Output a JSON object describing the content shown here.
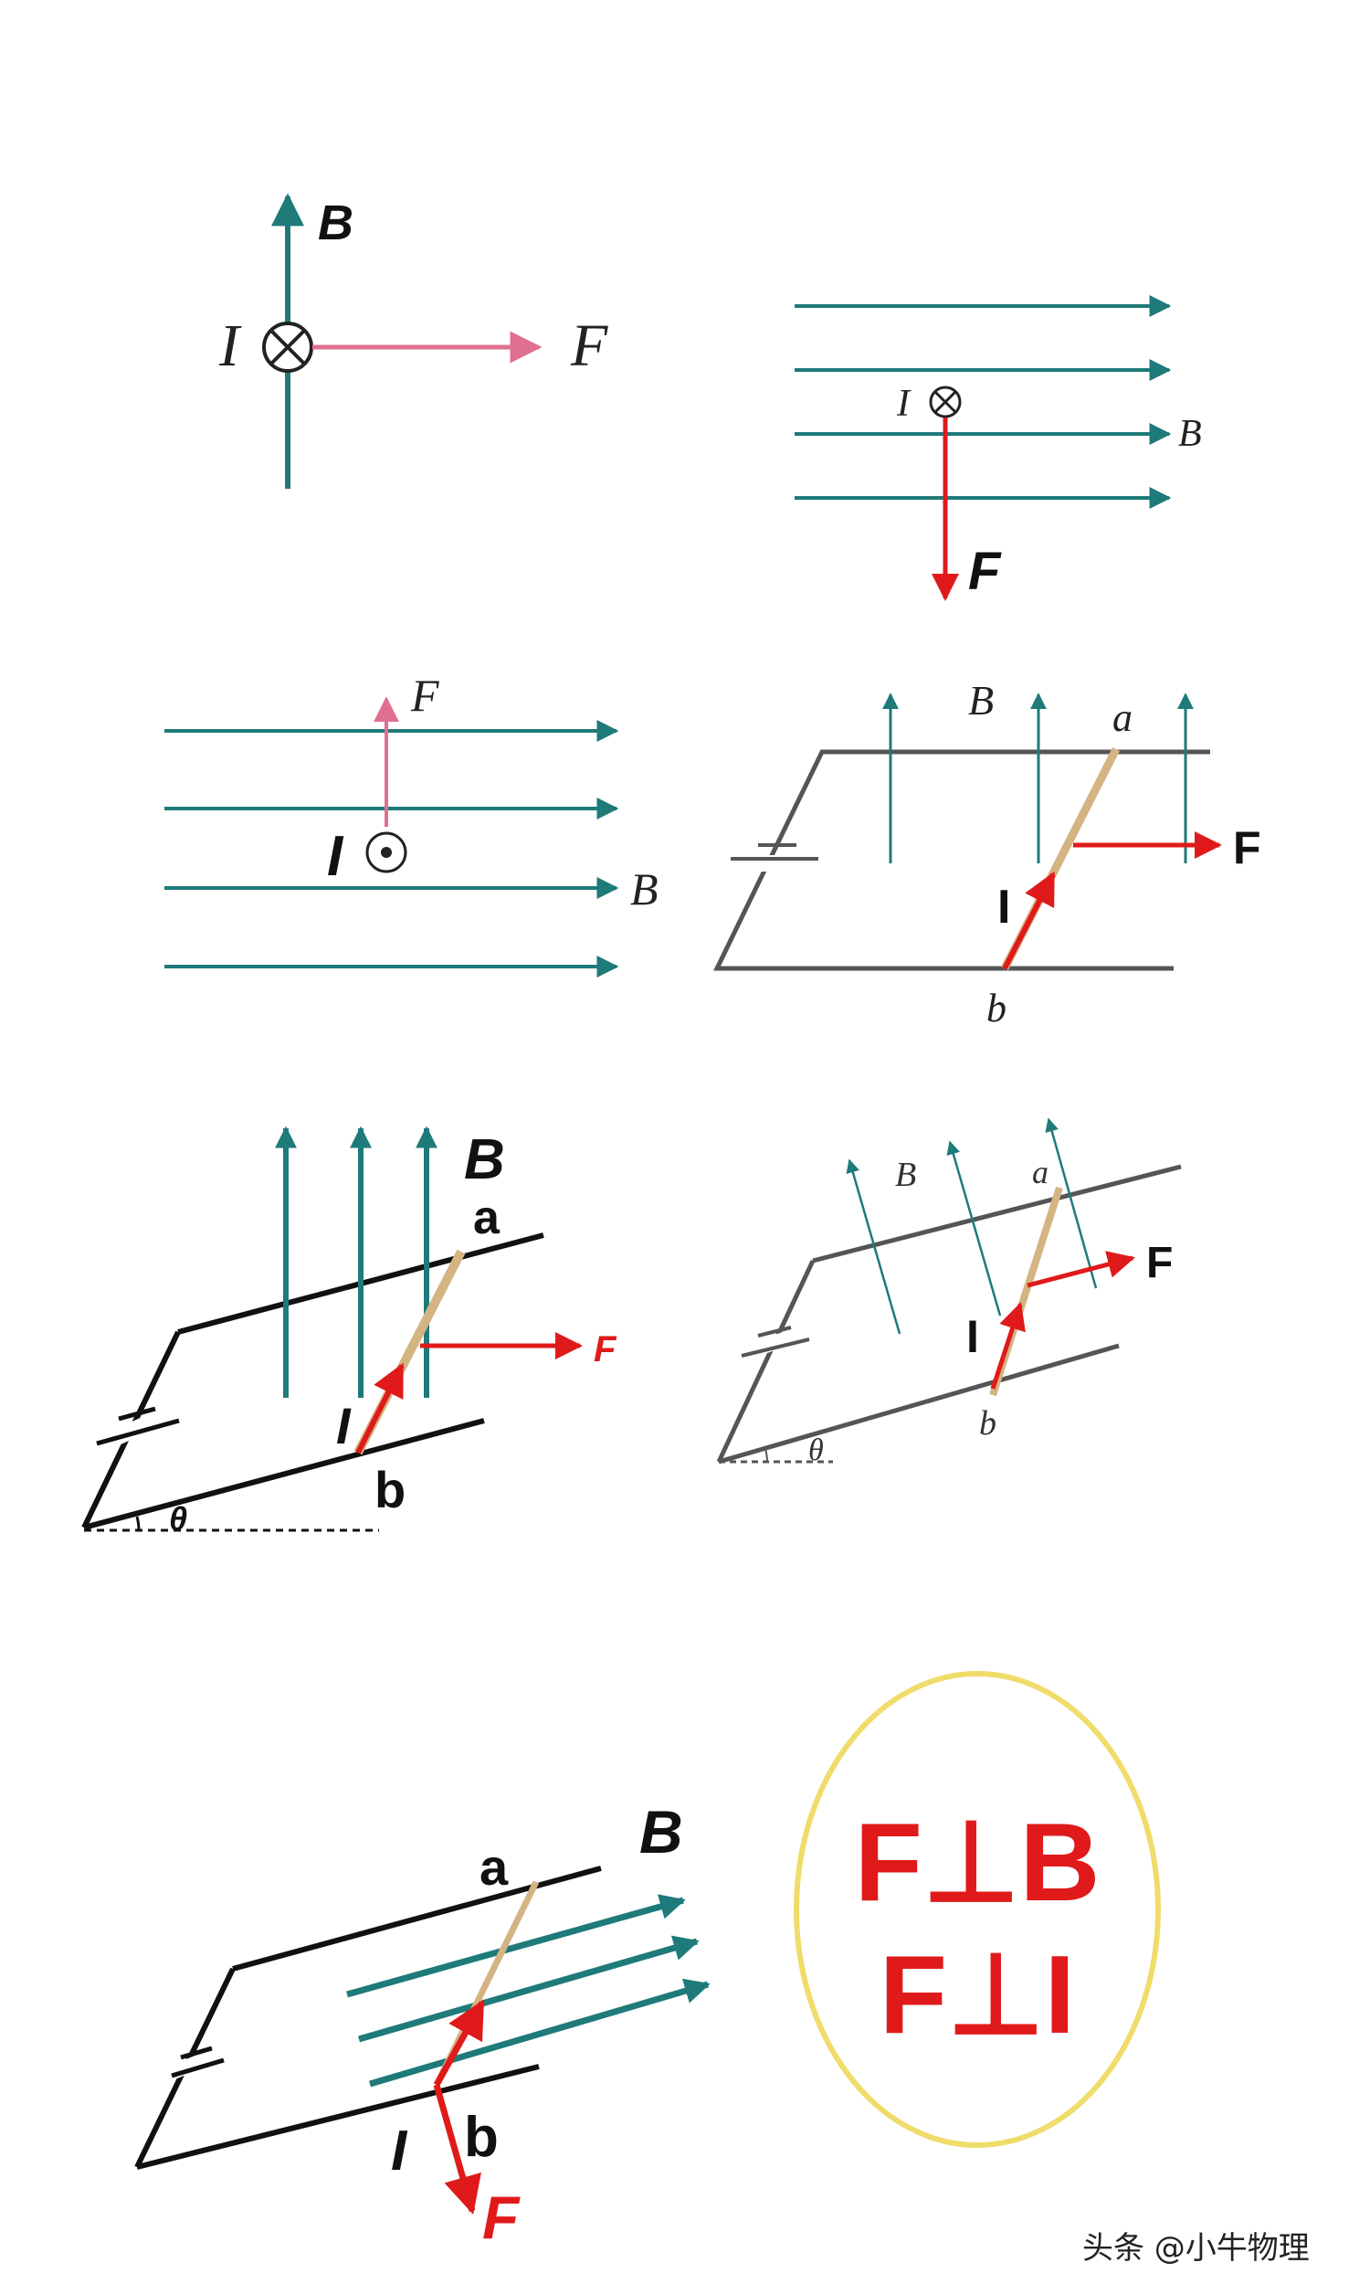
{
  "colors": {
    "field": "#1f7a7a",
    "force_pink": "#e07090",
    "force_red": "#e01a1a",
    "rod": "#d4b483",
    "rail_gray": "#555555",
    "rail_black": "#111111",
    "circle": "#f0dc6a"
  },
  "diagram1": {
    "label_B": "B",
    "label_I": "I",
    "label_F": "F"
  },
  "diagram2": {
    "label_B": "B",
    "label_I": "I",
    "label_F": "F"
  },
  "diagram3": {
    "label_B": "B",
    "label_I": "I",
    "label_F": "F"
  },
  "diagram4": {
    "label_B": "B",
    "label_I": "I",
    "label_F": "F",
    "label_a": "a",
    "label_b": "b"
  },
  "diagram5": {
    "label_B": "B",
    "label_I": "I",
    "label_F": "F",
    "label_a": "a",
    "label_b": "b",
    "label_theta": "θ"
  },
  "diagram6": {
    "label_B": "B",
    "label_I": "I",
    "label_F": "F",
    "label_a": "a",
    "label_b": "b",
    "label_theta": "θ"
  },
  "diagram7": {
    "label_B": "B",
    "label_I": "I",
    "label_F": "F",
    "label_a": "a",
    "label_b": "b"
  },
  "summary": {
    "line1": "F⊥B",
    "line2": "F⊥I"
  },
  "watermark": "头条 @小牛物理"
}
